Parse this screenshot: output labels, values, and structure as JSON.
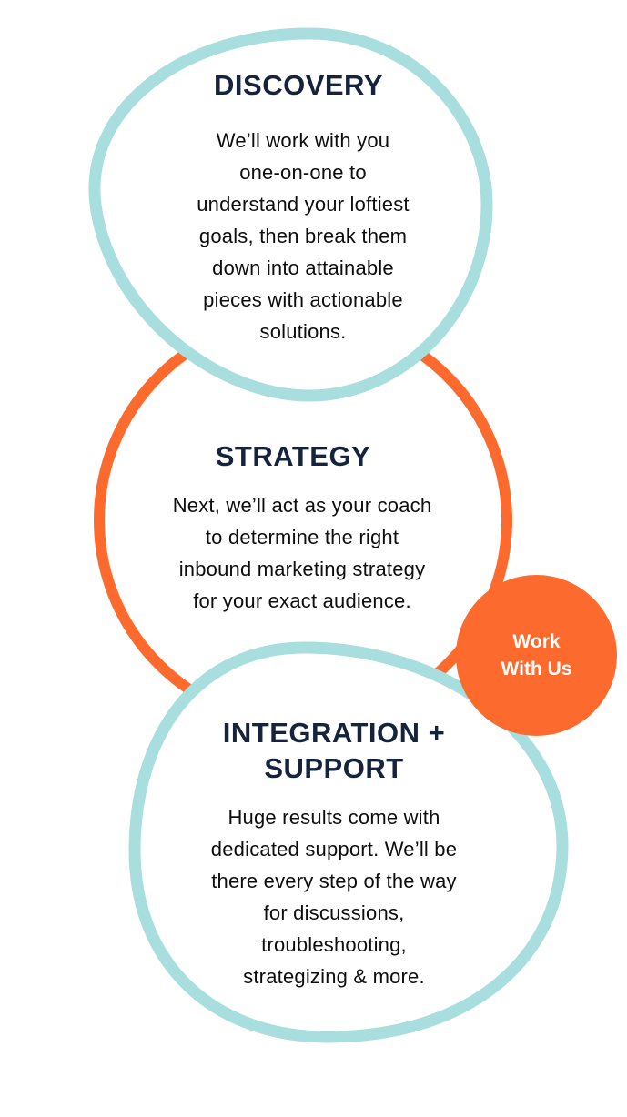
{
  "colors": {
    "teal_outline": "#a8dedd",
    "orange": "#fc6b2d",
    "heading_navy": "#15233d",
    "body_text": "#0e0e0e",
    "cta_text": "#ffffff"
  },
  "steps": [
    {
      "title_lines": [
        "DISCOVERY"
      ],
      "body_lines": [
        "We’ll work with you",
        "one-on-one to",
        "understand your loftiest",
        "goals, then break them",
        "down into attainable",
        "pieces with actionable",
        "solutions."
      ]
    },
    {
      "title_lines": [
        "STRATEGY"
      ],
      "body_lines": [
        "Next, we’ll act as your coach",
        "to determine the right",
        "inbound marketing strategy",
        "for your exact audience."
      ]
    },
    {
      "title_lines": [
        "INTEGRATION +",
        "SUPPORT"
      ],
      "body_lines": [
        "Huge results come with",
        "dedicated support. We’ll be",
        "there every step of the way",
        "for discussions,",
        "troubleshooting,",
        "strategizing & more."
      ]
    }
  ],
  "cta": {
    "label_lines": [
      "Work",
      "With Us"
    ]
  }
}
